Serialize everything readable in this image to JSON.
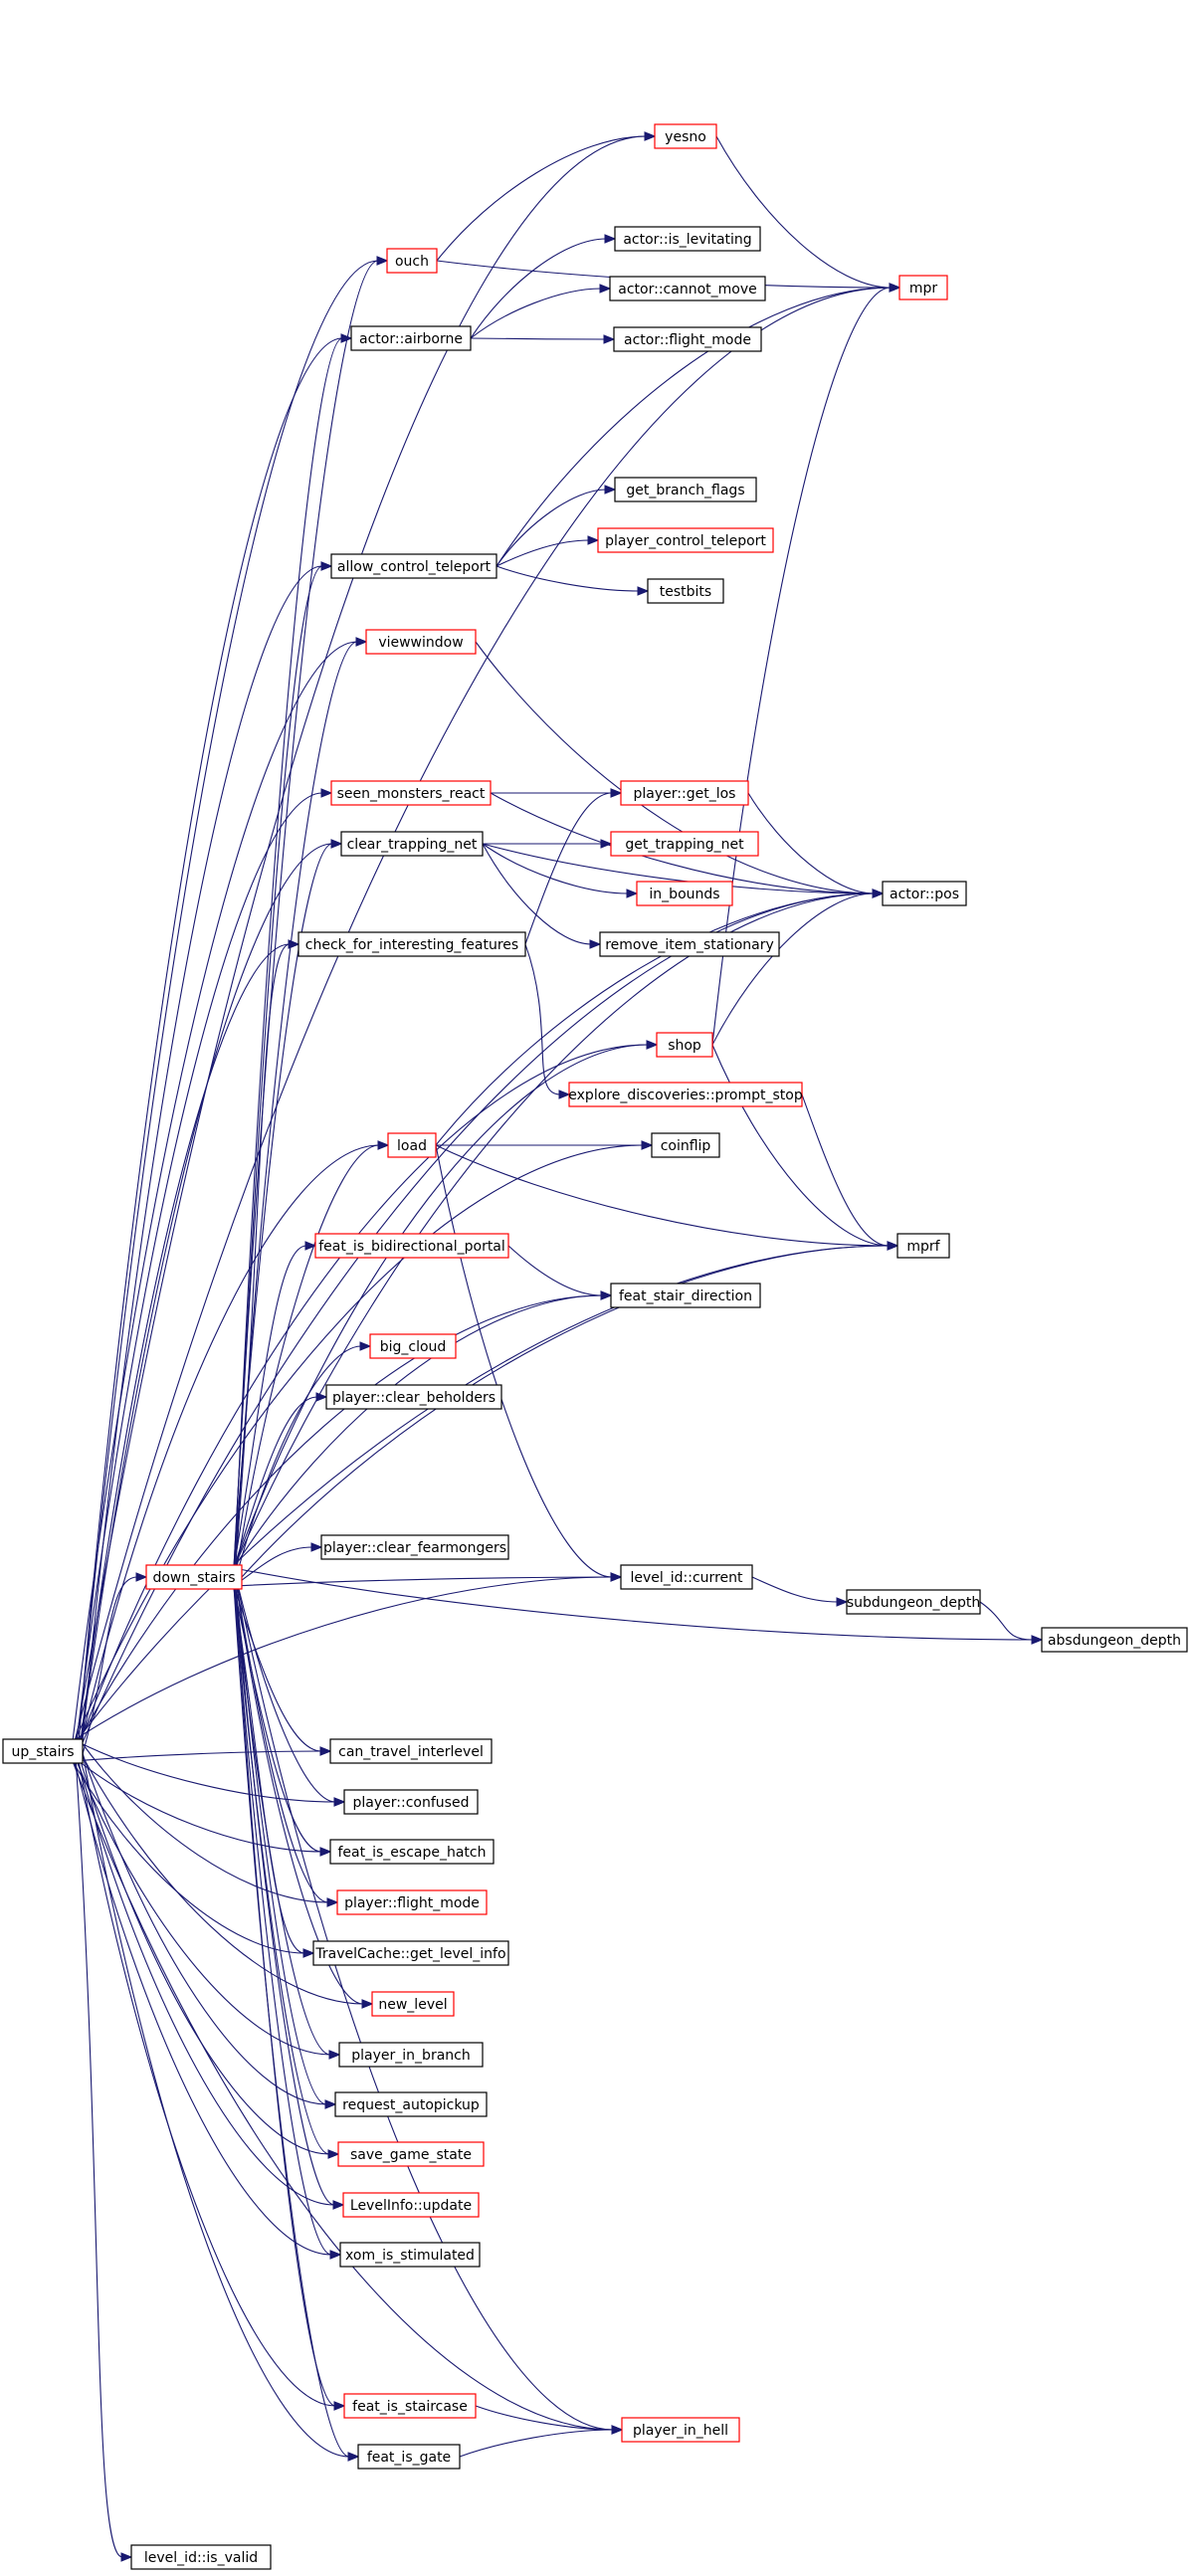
{
  "colors": {
    "edge": "#191970",
    "border_normal": "#000000",
    "border_truncated": "#ff0000",
    "root_fill": "#bfbfbf"
  },
  "nodes": [
    {
      "id": "up_stairs",
      "label": "up_stairs",
      "kind": "root"
    },
    {
      "id": "yesno",
      "label": "yesno",
      "kind": "truncated"
    },
    {
      "id": "mpr",
      "label": "mpr",
      "kind": "truncated"
    },
    {
      "id": "ouch",
      "label": "ouch",
      "kind": "truncated"
    },
    {
      "id": "is_levitating",
      "label": "actor::is_levitating",
      "kind": "normal"
    },
    {
      "id": "cannot_move",
      "label": "actor::cannot_move",
      "kind": "normal"
    },
    {
      "id": "airborne",
      "label": "actor::airborne",
      "kind": "normal"
    },
    {
      "id": "flight_mode_a",
      "label": "actor::flight_mode",
      "kind": "normal"
    },
    {
      "id": "get_branch_flags",
      "label": "get_branch_flags",
      "kind": "normal"
    },
    {
      "id": "allow_control_teleport",
      "label": "allow_control_teleport",
      "kind": "normal"
    },
    {
      "id": "player_control_teleport",
      "label": "player_control_teleport",
      "kind": "truncated"
    },
    {
      "id": "testbits",
      "label": "testbits",
      "kind": "normal"
    },
    {
      "id": "viewwindow",
      "label": "viewwindow",
      "kind": "truncated"
    },
    {
      "id": "seen_monsters_react",
      "label": "seen_monsters_react",
      "kind": "truncated"
    },
    {
      "id": "player_get_los",
      "label": "player::get_los",
      "kind": "truncated"
    },
    {
      "id": "clear_trapping_net",
      "label": "clear_trapping_net",
      "kind": "normal"
    },
    {
      "id": "get_trapping_net",
      "label": "get_trapping_net",
      "kind": "truncated"
    },
    {
      "id": "actor_pos",
      "label": "actor::pos",
      "kind": "normal"
    },
    {
      "id": "in_bounds",
      "label": "in_bounds",
      "kind": "truncated"
    },
    {
      "id": "remove_item_stationary",
      "label": "remove_item_stationary",
      "kind": "normal"
    },
    {
      "id": "check_for_interesting_features",
      "label": "check_for_interesting_features",
      "kind": "normal"
    },
    {
      "id": "shop",
      "label": "shop",
      "kind": "truncated"
    },
    {
      "id": "prompt_stop",
      "label": "explore_discoveries::prompt_stop",
      "kind": "truncated"
    },
    {
      "id": "load",
      "label": "load",
      "kind": "truncated"
    },
    {
      "id": "coinflip",
      "label": "coinflip",
      "kind": "normal"
    },
    {
      "id": "mprf",
      "label": "mprf",
      "kind": "normal"
    },
    {
      "id": "feat_is_bidirectional_portal",
      "label": "feat_is_bidirectional_portal",
      "kind": "truncated"
    },
    {
      "id": "feat_stair_direction",
      "label": "feat_stair_direction",
      "kind": "normal"
    },
    {
      "id": "big_cloud",
      "label": "big_cloud",
      "kind": "truncated"
    },
    {
      "id": "clear_beholders",
      "label": "player::clear_beholders",
      "kind": "normal"
    },
    {
      "id": "clear_fearmongers",
      "label": "player::clear_fearmongers",
      "kind": "normal"
    },
    {
      "id": "down_stairs",
      "label": "down_stairs",
      "kind": "truncated"
    },
    {
      "id": "level_id_current",
      "label": "level_id::current",
      "kind": "normal"
    },
    {
      "id": "subdungeon_depth",
      "label": "subdungeon_depth",
      "kind": "normal"
    },
    {
      "id": "absdungeon_depth",
      "label": "absdungeon_depth",
      "kind": "normal"
    },
    {
      "id": "can_travel_interlevel",
      "label": "can_travel_interlevel",
      "kind": "normal"
    },
    {
      "id": "player_confused",
      "label": "player::confused",
      "kind": "normal"
    },
    {
      "id": "feat_is_escape_hatch",
      "label": "feat_is_escape_hatch",
      "kind": "normal"
    },
    {
      "id": "player_flight_mode",
      "label": "player::flight_mode",
      "kind": "truncated"
    },
    {
      "id": "get_level_info",
      "label": "TravelCache::get_level_info",
      "kind": "normal"
    },
    {
      "id": "new_level",
      "label": "new_level",
      "kind": "truncated"
    },
    {
      "id": "player_in_branch",
      "label": "player_in_branch",
      "kind": "normal"
    },
    {
      "id": "request_autopickup",
      "label": "request_autopickup",
      "kind": "normal"
    },
    {
      "id": "save_game_state",
      "label": "save_game_state",
      "kind": "truncated"
    },
    {
      "id": "levelinfo_update",
      "label": "LevelInfo::update",
      "kind": "truncated"
    },
    {
      "id": "xom_is_stimulated",
      "label": "xom_is_stimulated",
      "kind": "normal"
    },
    {
      "id": "feat_is_staircase",
      "label": "feat_is_staircase",
      "kind": "truncated"
    },
    {
      "id": "player_in_hell",
      "label": "player_in_hell",
      "kind": "truncated"
    },
    {
      "id": "feat_is_gate",
      "label": "feat_is_gate",
      "kind": "normal"
    },
    {
      "id": "level_id_is_valid",
      "label": "level_id::is_valid",
      "kind": "normal"
    }
  ],
  "edges": [
    [
      "up_stairs",
      "yesno"
    ],
    [
      "up_stairs",
      "mpr"
    ],
    [
      "up_stairs",
      "ouch"
    ],
    [
      "up_stairs",
      "airborne"
    ],
    [
      "up_stairs",
      "allow_control_teleport"
    ],
    [
      "up_stairs",
      "viewwindow"
    ],
    [
      "up_stairs",
      "actor_pos"
    ],
    [
      "up_stairs",
      "seen_monsters_react"
    ],
    [
      "up_stairs",
      "clear_trapping_net"
    ],
    [
      "up_stairs",
      "check_for_interesting_features"
    ],
    [
      "up_stairs",
      "shop"
    ],
    [
      "up_stairs",
      "coinflip"
    ],
    [
      "up_stairs",
      "load"
    ],
    [
      "up_stairs",
      "feat_stair_direction"
    ],
    [
      "up_stairs",
      "down_stairs"
    ],
    [
      "up_stairs",
      "level_id_current"
    ],
    [
      "up_stairs",
      "can_travel_interlevel"
    ],
    [
      "up_stairs",
      "player_confused"
    ],
    [
      "up_stairs",
      "feat_is_escape_hatch"
    ],
    [
      "up_stairs",
      "player_flight_mode"
    ],
    [
      "up_stairs",
      "get_level_info"
    ],
    [
      "up_stairs",
      "new_level"
    ],
    [
      "up_stairs",
      "player_in_branch"
    ],
    [
      "up_stairs",
      "request_autopickup"
    ],
    [
      "up_stairs",
      "save_game_state"
    ],
    [
      "up_stairs",
      "levelinfo_update"
    ],
    [
      "up_stairs",
      "xom_is_stimulated"
    ],
    [
      "up_stairs",
      "mprf"
    ],
    [
      "up_stairs",
      "feat_is_staircase"
    ],
    [
      "up_stairs",
      "feat_is_gate"
    ],
    [
      "up_stairs",
      "player_in_hell"
    ],
    [
      "up_stairs",
      "level_id_is_valid"
    ],
    [
      "ouch",
      "yesno"
    ],
    [
      "ouch",
      "mpr"
    ],
    [
      "yesno",
      "mpr"
    ],
    [
      "airborne",
      "is_levitating"
    ],
    [
      "airborne",
      "cannot_move"
    ],
    [
      "airborne",
      "flight_mode_a"
    ],
    [
      "allow_control_teleport",
      "mpr"
    ],
    [
      "allow_control_teleport",
      "get_branch_flags"
    ],
    [
      "allow_control_teleport",
      "player_control_teleport"
    ],
    [
      "allow_control_teleport",
      "testbits"
    ],
    [
      "viewwindow",
      "actor_pos"
    ],
    [
      "seen_monsters_react",
      "player_get_los"
    ],
    [
      "seen_monsters_react",
      "actor_pos"
    ],
    [
      "player_get_los",
      "actor_pos"
    ],
    [
      "clear_trapping_net",
      "get_trapping_net"
    ],
    [
      "clear_trapping_net",
      "in_bounds"
    ],
    [
      "clear_trapping_net",
      "remove_item_stationary"
    ],
    [
      "clear_trapping_net",
      "actor_pos"
    ],
    [
      "check_for_interesting_features",
      "player_get_los"
    ],
    [
      "check_for_interesting_features",
      "prompt_stop"
    ],
    [
      "shop",
      "mpr"
    ],
    [
      "shop",
      "actor_pos"
    ],
    [
      "shop",
      "mprf"
    ],
    [
      "prompt_stop",
      "mprf"
    ],
    [
      "load",
      "coinflip"
    ],
    [
      "load",
      "actor_pos"
    ],
    [
      "load",
      "mprf"
    ],
    [
      "load",
      "level_id_current"
    ],
    [
      "feat_is_bidirectional_portal",
      "feat_stair_direction"
    ],
    [
      "level_id_current",
      "subdungeon_depth"
    ],
    [
      "subdungeon_depth",
      "absdungeon_depth"
    ],
    [
      "down_stairs",
      "ouch"
    ],
    [
      "down_stairs",
      "airborne"
    ],
    [
      "down_stairs",
      "allow_control_teleport"
    ],
    [
      "down_stairs",
      "viewwindow"
    ],
    [
      "down_stairs",
      "clear_trapping_net"
    ],
    [
      "down_stairs",
      "check_for_interesting_features"
    ],
    [
      "down_stairs",
      "shop"
    ],
    [
      "down_stairs",
      "load"
    ],
    [
      "down_stairs",
      "feat_is_bidirectional_portal"
    ],
    [
      "down_stairs",
      "big_cloud"
    ],
    [
      "down_stairs",
      "clear_beholders"
    ],
    [
      "down_stairs",
      "clear_fearmongers"
    ],
    [
      "down_stairs",
      "feat_stair_direction"
    ],
    [
      "down_stairs",
      "mprf"
    ],
    [
      "down_stairs",
      "actor_pos"
    ],
    [
      "down_stairs",
      "level_id_current"
    ],
    [
      "down_stairs",
      "absdungeon_depth"
    ],
    [
      "down_stairs",
      "can_travel_interlevel"
    ],
    [
      "down_stairs",
      "player_confused"
    ],
    [
      "down_stairs",
      "feat_is_escape_hatch"
    ],
    [
      "down_stairs",
      "player_flight_mode"
    ],
    [
      "down_stairs",
      "get_level_info"
    ],
    [
      "down_stairs",
      "new_level"
    ],
    [
      "down_stairs",
      "player_in_branch"
    ],
    [
      "down_stairs",
      "request_autopickup"
    ],
    [
      "down_stairs",
      "save_game_state"
    ],
    [
      "down_stairs",
      "levelinfo_update"
    ],
    [
      "down_stairs",
      "xom_is_stimulated"
    ],
    [
      "down_stairs",
      "feat_is_staircase"
    ],
    [
      "down_stairs",
      "feat_is_gate"
    ],
    [
      "down_stairs",
      "player_in_hell"
    ],
    [
      "feat_is_staircase",
      "player_in_hell"
    ],
    [
      "feat_is_gate",
      "player_in_hell"
    ]
  ]
}
